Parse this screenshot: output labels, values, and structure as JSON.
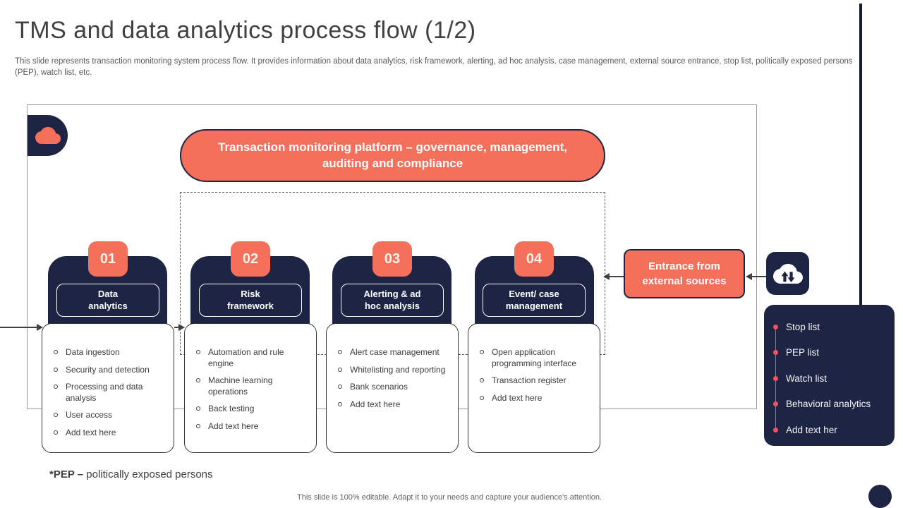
{
  "slide": {
    "title": "TMS and data analytics process flow (1/2)",
    "subtitle": "This slide represents transaction monitoring system process flow. It provides information about data analytics, risk framework, alerting, ad hoc analysis, case management, external source entrance, stop list, politically exposed persons (PEP), watch list, etc.",
    "footnote_prefix": "*PEP –",
    "footnote_text": " politically exposed persons",
    "footer": "This slide is 100% editable. Adapt it to your needs and capture your audience's attention."
  },
  "diagram": {
    "banner_lines": [
      "Transaction monitoring platform – governance, management,",
      "auditing and compliance"
    ],
    "columns": [
      {
        "number": "01",
        "label": "Data analytics",
        "label_lines": [
          "Data",
          "analytics"
        ],
        "items": [
          "Data ingestion",
          "Security and detection",
          "Processing and data analysis",
          "User access",
          "Add text here"
        ]
      },
      {
        "number": "02",
        "label": "Risk framework",
        "label_lines": [
          "Risk",
          "framework"
        ],
        "items": [
          "Automation and rule engine",
          "Machine learning operations",
          "Back testing",
          "Add text here"
        ]
      },
      {
        "number": "03",
        "label": "Alerting & ad hoc analysis",
        "label_lines": [
          "Alerting & ad",
          "hoc analysis"
        ],
        "items": [
          "Alert case management",
          "Whitelisting and reporting",
          "Bank scenarios",
          "Add text here"
        ]
      },
      {
        "number": "04",
        "label": "Event/ case management",
        "label_lines": [
          "Event/ case",
          "management"
        ],
        "items": [
          "Open application programming interface",
          "Transaction register",
          "Add text here"
        ]
      }
    ],
    "entrance_label": "Entrance from external sources",
    "external_lists": [
      "Stop list",
      "PEP list",
      "Watch list",
      "Behavioral analytics",
      "Add text her"
    ],
    "icons": {
      "left": "cloud-icon",
      "right": "cloud-transfer-icon"
    }
  },
  "colors": {
    "accent": "#f4705b",
    "navy": "#1e2544",
    "bullet_red": "#ee5460",
    "frame_gray": "#9c9c9c"
  }
}
